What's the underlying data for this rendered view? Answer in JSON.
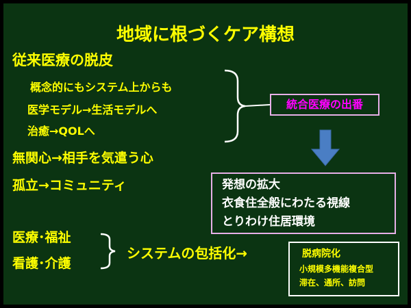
{
  "slide": {
    "title": "地域に根づくケア構想",
    "sections": {
      "shift_from_medical": "従来医療の脱皮",
      "concept": "概念的にもシステム上からも",
      "model": "医学モデル→生活モデルへ",
      "cure": "治癒→QOLへ",
      "indifference": "無関心→相手を気遣う心",
      "isolation": "孤立→コミュニティ",
      "medical_welfare": "医療･福祉",
      "nursing_care": "看護･介護",
      "system_inclusion": "システムの包括化→"
    },
    "boxes": {
      "integrated_medicine": "統合医療の出番",
      "concept_expansion": {
        "line1": "発想の拡大",
        "line2": "衣食住全般にわたる視線",
        "line3": "とりわけ住居環境"
      },
      "deinstitutionalization": {
        "title": "脱病院化",
        "line1": "小規模多機能複合型",
        "line2": "滞在、通所、訪問"
      }
    },
    "colors": {
      "board": "#0b3412",
      "frame": "#000000",
      "text_yellow": "#ffff00",
      "text_white": "#ffffff",
      "text_magenta": "#ff00ff",
      "box_border_pink": "#e8b0e8",
      "arrow_blue": "#4a7ec4"
    }
  }
}
